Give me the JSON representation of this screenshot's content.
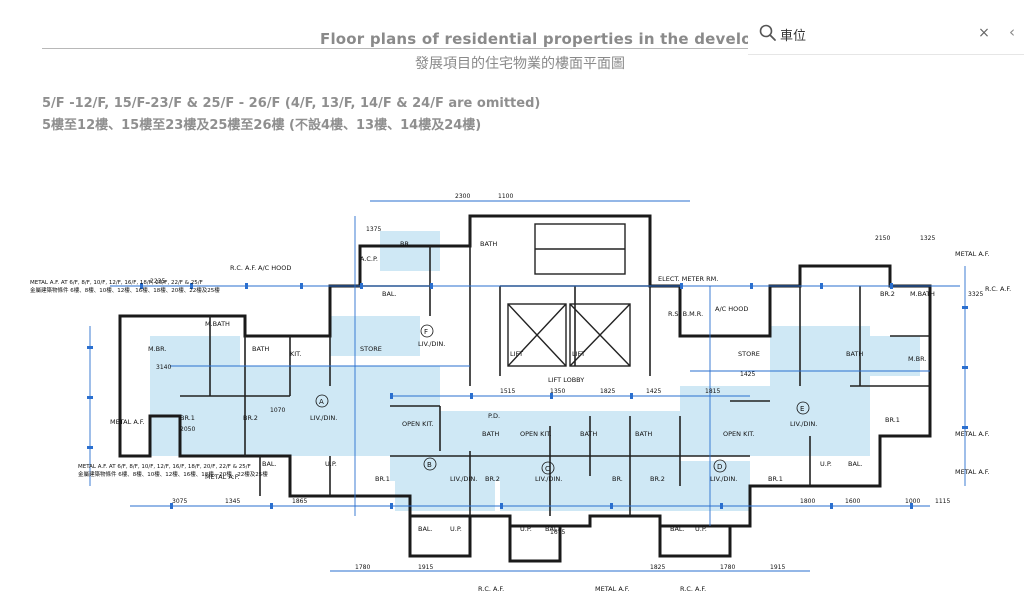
{
  "page": {
    "title_en": "Floor plans of residential properties in the development",
    "title_zh": "發展項目的住宅物業的樓面平面圖",
    "floors_en": "5/F -12/F, 15/F-23/F & 25/F - 26/F (4/F, 13/F, 14/F & 24/F are omitted)",
    "floors_zh": "5樓至12樓、15樓至23樓及25樓至26樓 (不設4樓、13樓、14樓及24樓)"
  },
  "search": {
    "value": "車位",
    "icon": "search-icon",
    "clear_glyph": "×",
    "collapse_glyph": "‹"
  },
  "plan": {
    "units": [
      "A",
      "B",
      "C",
      "D",
      "E",
      "F"
    ],
    "rooms": {
      "mbr": "M.BR.",
      "mbath": "M.BATH",
      "bath": "BATH",
      "br1": "BR.1",
      "br2": "BR.2",
      "br": "BR.",
      "livdin": "LIV./DIN.",
      "open_kit": "OPEN KIT.",
      "kit": "KIT.",
      "bal": "BAL.",
      "up": "U.P.",
      "acp": "A.C.P.",
      "store": "STORE",
      "lift": "LIFT",
      "lift_lobby": "LIFT LOBBY",
      "elect_meter": "ELECT. METER RM.",
      "rsbmr": "R.S. B.M.R.",
      "pd": "P.D.",
      "rcaf": "R.C. A.F.",
      "metal_af": "METAL A.F.",
      "ac_hood": "A/C HOOD"
    },
    "dimensions": [
      "2300",
      "1100",
      "1375",
      "2235",
      "3140",
      "2050",
      "1515",
      "1350",
      "1825",
      "1425",
      "1815",
      "1425",
      "1070",
      "3075",
      "1345",
      "1865",
      "1780",
      "1915",
      "2150",
      "1325",
      "3325",
      "1000",
      "1600",
      "1115",
      "1800",
      "1825",
      "1675",
      "1780",
      "1915"
    ],
    "notes": [
      "METAL A.F. AT 6/F, 8/F, 10/F, 12/F, 16/F, 18/F, 20/F, 22/F & 25/F",
      "金屬建築物條件 6樓、8樓、10樓、12樓、16樓、18樓、20樓、22樓及25樓"
    ]
  }
}
